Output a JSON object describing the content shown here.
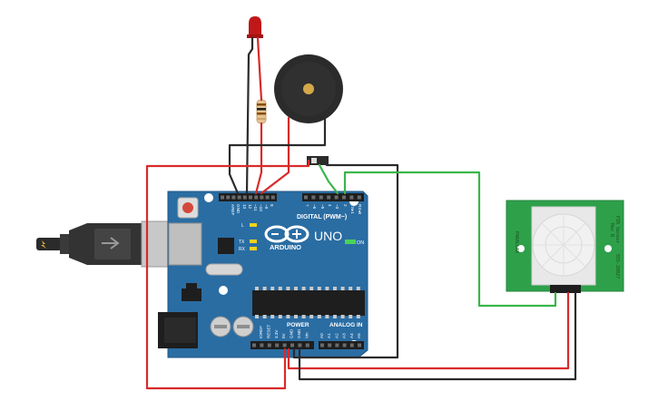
{
  "board": {
    "name": "UNO",
    "brand": "ARDUINO",
    "digital_header": "DIGITAL (PWM~)",
    "power_header": "POWER",
    "analog_header": "ANALOG IN",
    "on_label": "ON",
    "led_l": "L",
    "led_tx": "TX",
    "led_rx": "RX",
    "top_pins": [
      "AREF",
      "GND",
      "13",
      "12",
      "~11",
      "~10",
      "~9",
      "8",
      "7",
      "~6",
      "~5",
      "4",
      "~3",
      "2",
      "TX▸1",
      "RX◂0"
    ],
    "power_pins": [
      "IOREF",
      "RESET",
      "3.3V",
      "5V",
      "GND",
      "GND",
      "Vin"
    ],
    "analog_pins": [
      "A0",
      "A1",
      "A2",
      "A3",
      "A4",
      "A5"
    ]
  },
  "pir": {
    "left_label": "PARALLAX",
    "right_label_1": "PIR Sensor",
    "right_label_2": "Rev B",
    "right_label_3": "555-28027"
  },
  "colors": {
    "board": "#2a6da3",
    "wire_red": "#d92a2a",
    "wire_black": "#2b2b2b",
    "wire_green": "#3bb54a",
    "pir_pcb": "#2ea04a",
    "led": "#c01818"
  },
  "icons": [
    "usb-cable-icon",
    "power-jack-icon",
    "reset-button-icon",
    "arduino-infinity-logo-icon"
  ]
}
